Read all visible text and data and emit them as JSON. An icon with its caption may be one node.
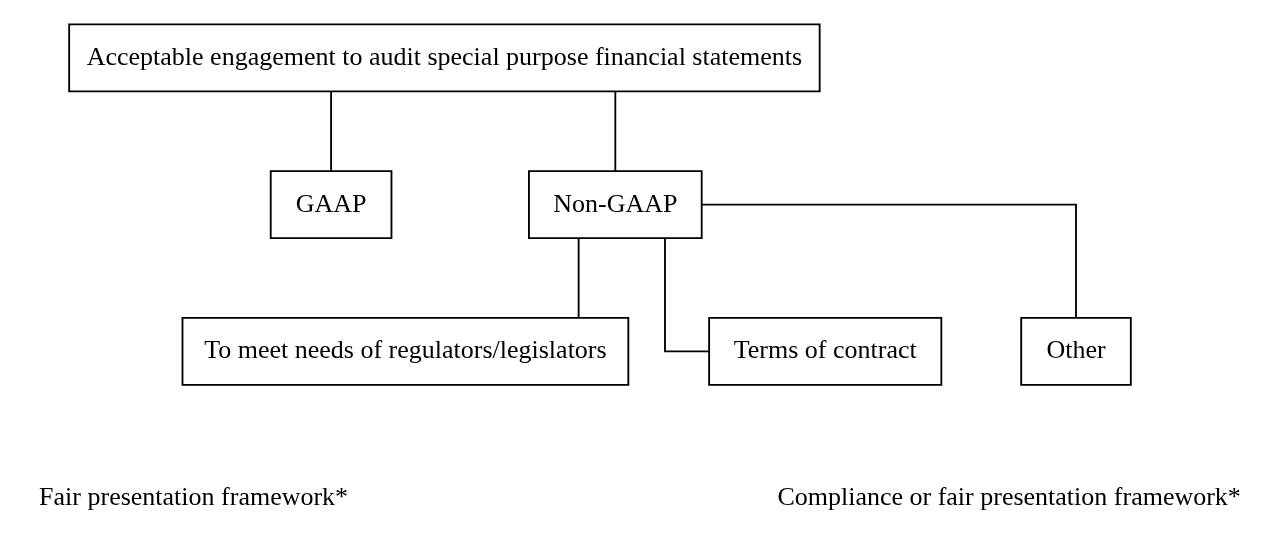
{
  "diagram": {
    "nodes": [
      {
        "text": [
          "Acceptable engagement to audit special purpose financial statements"
        ]
      },
      {
        "text": [
          "GAAP"
        ]
      },
      {
        "text": [
          "Non-GAAP"
        ]
      },
      {
        "text": [
          "To meet needs of regulators/legislators"
        ]
      },
      {
        "text": [
          "Terms of contract"
        ]
      },
      {
        "text": [
          "Other"
        ]
      }
    ],
    "edges": [
      {
        "from": 0,
        "to": 1,
        "arrow": "none"
      },
      {
        "from": 0,
        "to": 2,
        "arrow": "none"
      },
      {
        "from": 2,
        "to": 3,
        "arrow": "none"
      },
      {
        "from": 2,
        "to": 4,
        "arrow": "none"
      },
      {
        "from": 2,
        "to": 5,
        "arrow": "none"
      }
    ],
    "labels": [
      "Fair presentation framework*",
      "Compliance or fair presentation framework*"
    ]
  }
}
